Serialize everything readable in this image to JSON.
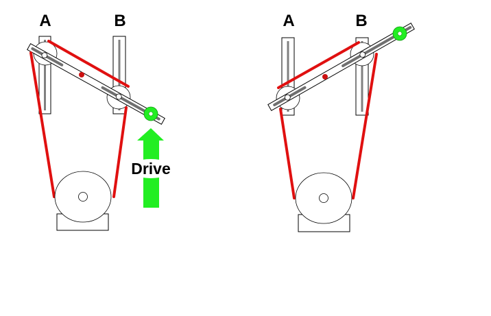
{
  "labels": {
    "left_a": "A",
    "left_b": "B",
    "right_a": "A",
    "right_b": "B",
    "drive": "Drive"
  },
  "colors": {
    "belt": "#e01010",
    "drive_arrow": "#22ee22",
    "pivot": "#cc1111",
    "rail_slot": "#808080"
  }
}
